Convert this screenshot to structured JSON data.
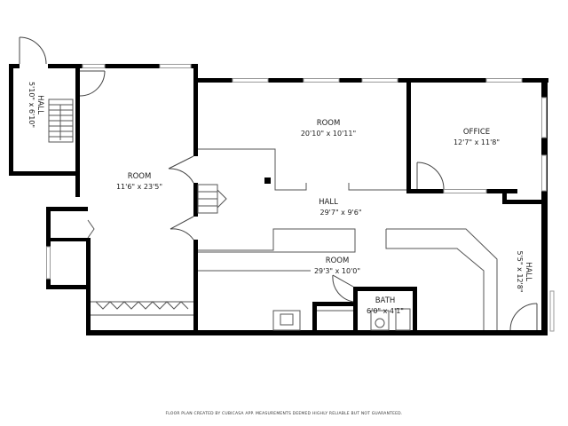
{
  "rooms": {
    "hall_left": {
      "name": "HALL",
      "dim": "5'10\" x 6'10\""
    },
    "room_left": {
      "name": "ROOM",
      "dim": "11'6\" x 23'5\""
    },
    "room_top": {
      "name": "ROOM",
      "dim": "20'10\" x 10'11\""
    },
    "office": {
      "name": "OFFICE",
      "dim": "12'7\" x 11'8\""
    },
    "hall_center": {
      "name": "HALL",
      "dim": "29'7\" x 9'6\""
    },
    "room_bottom": {
      "name": "ROOM",
      "dim": "29'3\" x 10'0\""
    },
    "bath": {
      "name": "BATH",
      "dim": "6'0\" x 4'1\""
    },
    "hall_right": {
      "name": "HALL",
      "dim": "5'5\" x 12'8\""
    }
  },
  "credit": "FLOOR PLAN CREATED BY CUBICASA APP. MEASUREMENTS DEEMED HIGHLY RELIABLE BUT NOT GUARANTEED."
}
